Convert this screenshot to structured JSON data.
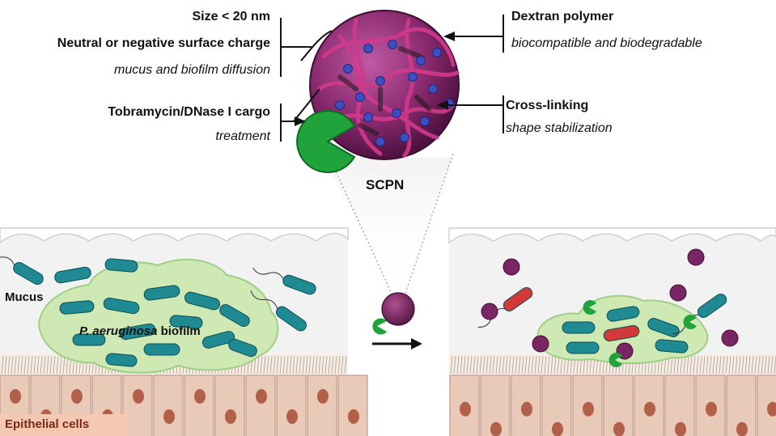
{
  "left_labels": {
    "size": "Size < 20 nm",
    "charge": "Neutral or negative surface charge",
    "diffusion": "mucus and biofilm diffusion",
    "cargo": "Tobramycin/DNase I cargo",
    "treatment": "treatment"
  },
  "right_labels": {
    "dextran": "Dextran polymer",
    "biocompat": "biocompatible and biodegradable",
    "crosslink": "Cross-linking",
    "stabilization": "shape stabilization"
  },
  "center_label": "SCPN",
  "panel_left": {
    "mucus": "Mucus",
    "biofilm_species": "P. aeruginosa",
    "biofilm_word": " biofilm",
    "epithelial": "Epithelial cells"
  },
  "colors": {
    "nanoparticle": "#8a2a6e",
    "polymer": "#c0287f",
    "cargo": "#1fa33a",
    "bacteria": "#1f8a92",
    "dead_bacteria": "#d23a3a",
    "biofilm": "#cfe9b4",
    "epithelium": "#e9c9b8",
    "label_bg": "#f4c9b3"
  }
}
